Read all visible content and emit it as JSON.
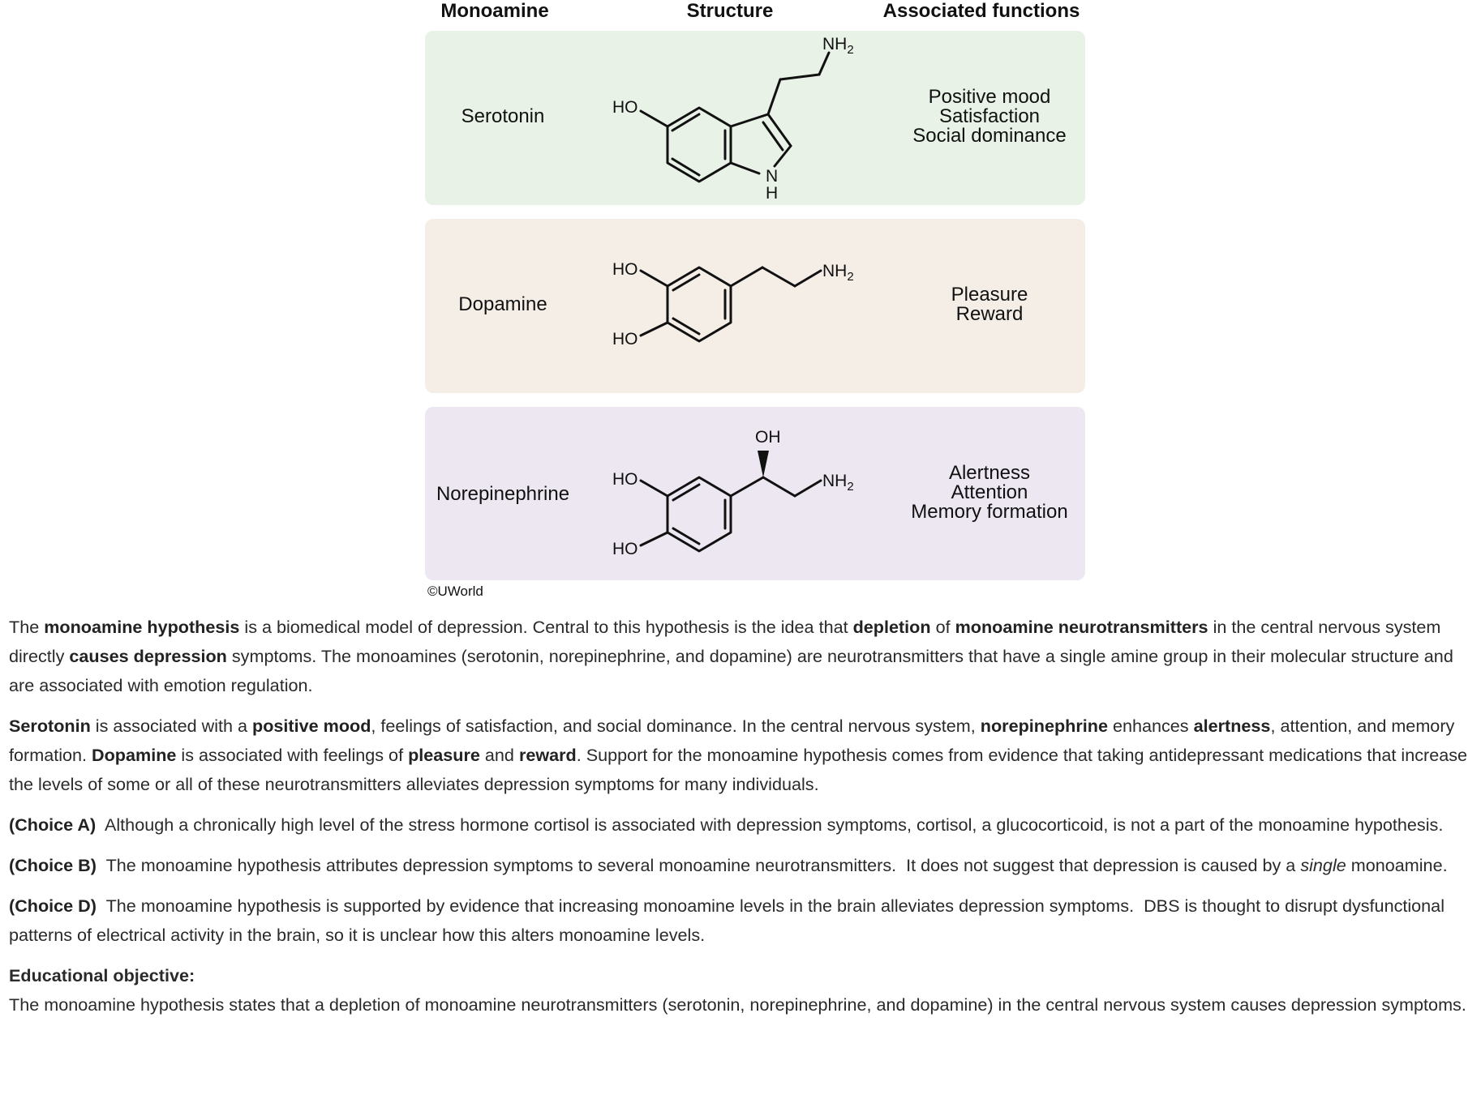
{
  "table": {
    "headers": {
      "monoamine": "Monoamine",
      "structure": "Structure",
      "functions": "Associated functions"
    },
    "rows": [
      {
        "name": "Serotonin",
        "bg": "#e8f2e6",
        "functions": [
          "Positive mood",
          "Satisfaction",
          "Social dominance"
        ],
        "labels": {
          "ho": "HO",
          "nh2": "NH",
          "sub2": "2",
          "n": "N",
          "h": "H"
        }
      },
      {
        "name": "Dopamine",
        "bg": "#f5eee6",
        "functions": [
          "Pleasure",
          "Reward"
        ],
        "labels": {
          "ho1": "HO",
          "ho2": "HO",
          "nh2": "NH",
          "sub2": "2"
        }
      },
      {
        "name": "Norepinephrine",
        "bg": "#ede7f2",
        "functions": [
          "Alertness",
          "Attention",
          "Memory formation"
        ],
        "labels": {
          "ho1": "HO",
          "ho2": "HO",
          "oh": "OH",
          "nh2": "NH",
          "sub2": "2"
        }
      }
    ],
    "credit": "©UWorld"
  },
  "explanation": {
    "p1": {
      "t1": "The ",
      "b1": "monoamine hypothesis",
      "t2": " is a biomedical model of depression.  Central to this hypothesis is the idea that ",
      "b2": "depletion",
      "t3": " of ",
      "b3": "monoamine neurotransmitters",
      "t4": " in the central nervous system directly ",
      "b4": "causes depression",
      "t5": " symptoms.  The monoamines (serotonin, norepinephrine, and dopamine) are neurotransmitters that have a single amine group in their molecular structure and are associated with emotion regulation."
    },
    "p2": {
      "b1": "Serotonin",
      "t1": " is associated with a ",
      "b2": "positive mood",
      "t2": ", feelings of satisfaction, and social dominance.  In the central nervous system, ",
      "b3": "norepinephrine",
      "t3": " enhances ",
      "b4": "alertness",
      "t4": ", attention, and memory formation.  ",
      "b5": "Dopamine",
      "t5": " is associated with feelings of ",
      "b6": "pleasure",
      "t6": " and ",
      "b7": "reward",
      "t7": ".  Support for the monoamine hypothesis comes from evidence that taking antidepressant medications that increase the levels of some or all of these neurotransmitters alleviates depression symptoms for many individuals."
    },
    "choice_a": {
      "label": "(Choice A)",
      "text": "  Although a chronically high level of the stress hormone cortisol is associated with depression symptoms, cortisol, a glucocorticoid, is not a part of the monoamine hypothesis."
    },
    "choice_b": {
      "label": "(Choice B)",
      "text": "  The monoamine hypothesis attributes depression symptoms to several monoamine neurotransmitters.  It does not suggest that depression is caused by a ",
      "em": "single",
      "text2": " monoamine."
    },
    "choice_d": {
      "label": "(Choice D)",
      "text": "  The monoamine hypothesis is supported by evidence that increasing monoamine levels in the brain alleviates depression symptoms.  DBS is thought to disrupt dysfunctional patterns of electrical activity in the brain, so it is unclear how this alters monoamine levels."
    },
    "objective": {
      "title": "Educational objective:",
      "text": "The monoamine hypothesis states that a depletion of monoamine neurotransmitters (serotonin, norepinephrine, and dopamine) in the central nervous system causes depression symptoms."
    }
  }
}
